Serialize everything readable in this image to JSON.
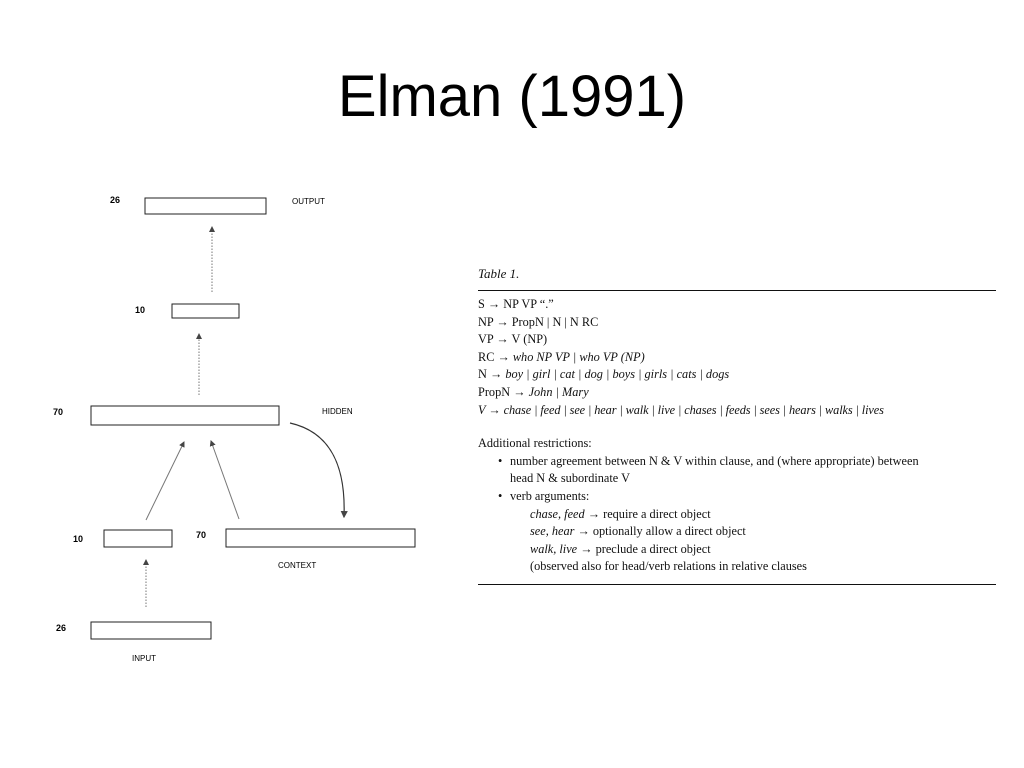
{
  "slide": {
    "title": "Elman (1991)"
  },
  "network": {
    "output": {
      "size": "26",
      "label": "OUTPUT"
    },
    "layer10": {
      "size": "10"
    },
    "hidden": {
      "size": "70",
      "label": "HIDDEN"
    },
    "input10": {
      "size": "10"
    },
    "context": {
      "size": "70",
      "label": "CONTEXT"
    },
    "input": {
      "size": "26",
      "label": "INPUT"
    }
  },
  "table": {
    "caption": "Table 1.",
    "rules": [
      {
        "lhs": "S",
        "rhs": "NP VP “.”"
      },
      {
        "lhs": "NP",
        "rhs": "PropN | N | N RC"
      },
      {
        "lhs": "VP",
        "rhs": "V (NP)"
      },
      {
        "lhs": "RC",
        "rhs": "who NP VP | who VP (NP)"
      },
      {
        "lhs": "N",
        "rhs": "boy | girl | cat | dog | boys | girls | cats | dogs"
      },
      {
        "lhs": "PropN",
        "rhs": "John | Mary"
      },
      {
        "lhs": "V",
        "rhs": "chase | feed | see | hear | walk | live | chases | feeds | sees | hears | walks | lives"
      }
    ],
    "arrow": "→",
    "additional_heading": "Additional restrictions:",
    "bullet1_line1": "number agreement between N & V within clause, and (where appropriate) between",
    "bullet1_line2": "head N & subordinate V",
    "bullet2": "verb arguments:",
    "args": [
      {
        "verbs": "chase, feed",
        "effect": "require a direct object"
      },
      {
        "verbs": "see, hear",
        "effect": "optionally allow a direct object"
      },
      {
        "verbs": "walk, live",
        "effect": "preclude a direct object"
      }
    ],
    "note": "(observed also for head/verb relations in relative clauses"
  }
}
